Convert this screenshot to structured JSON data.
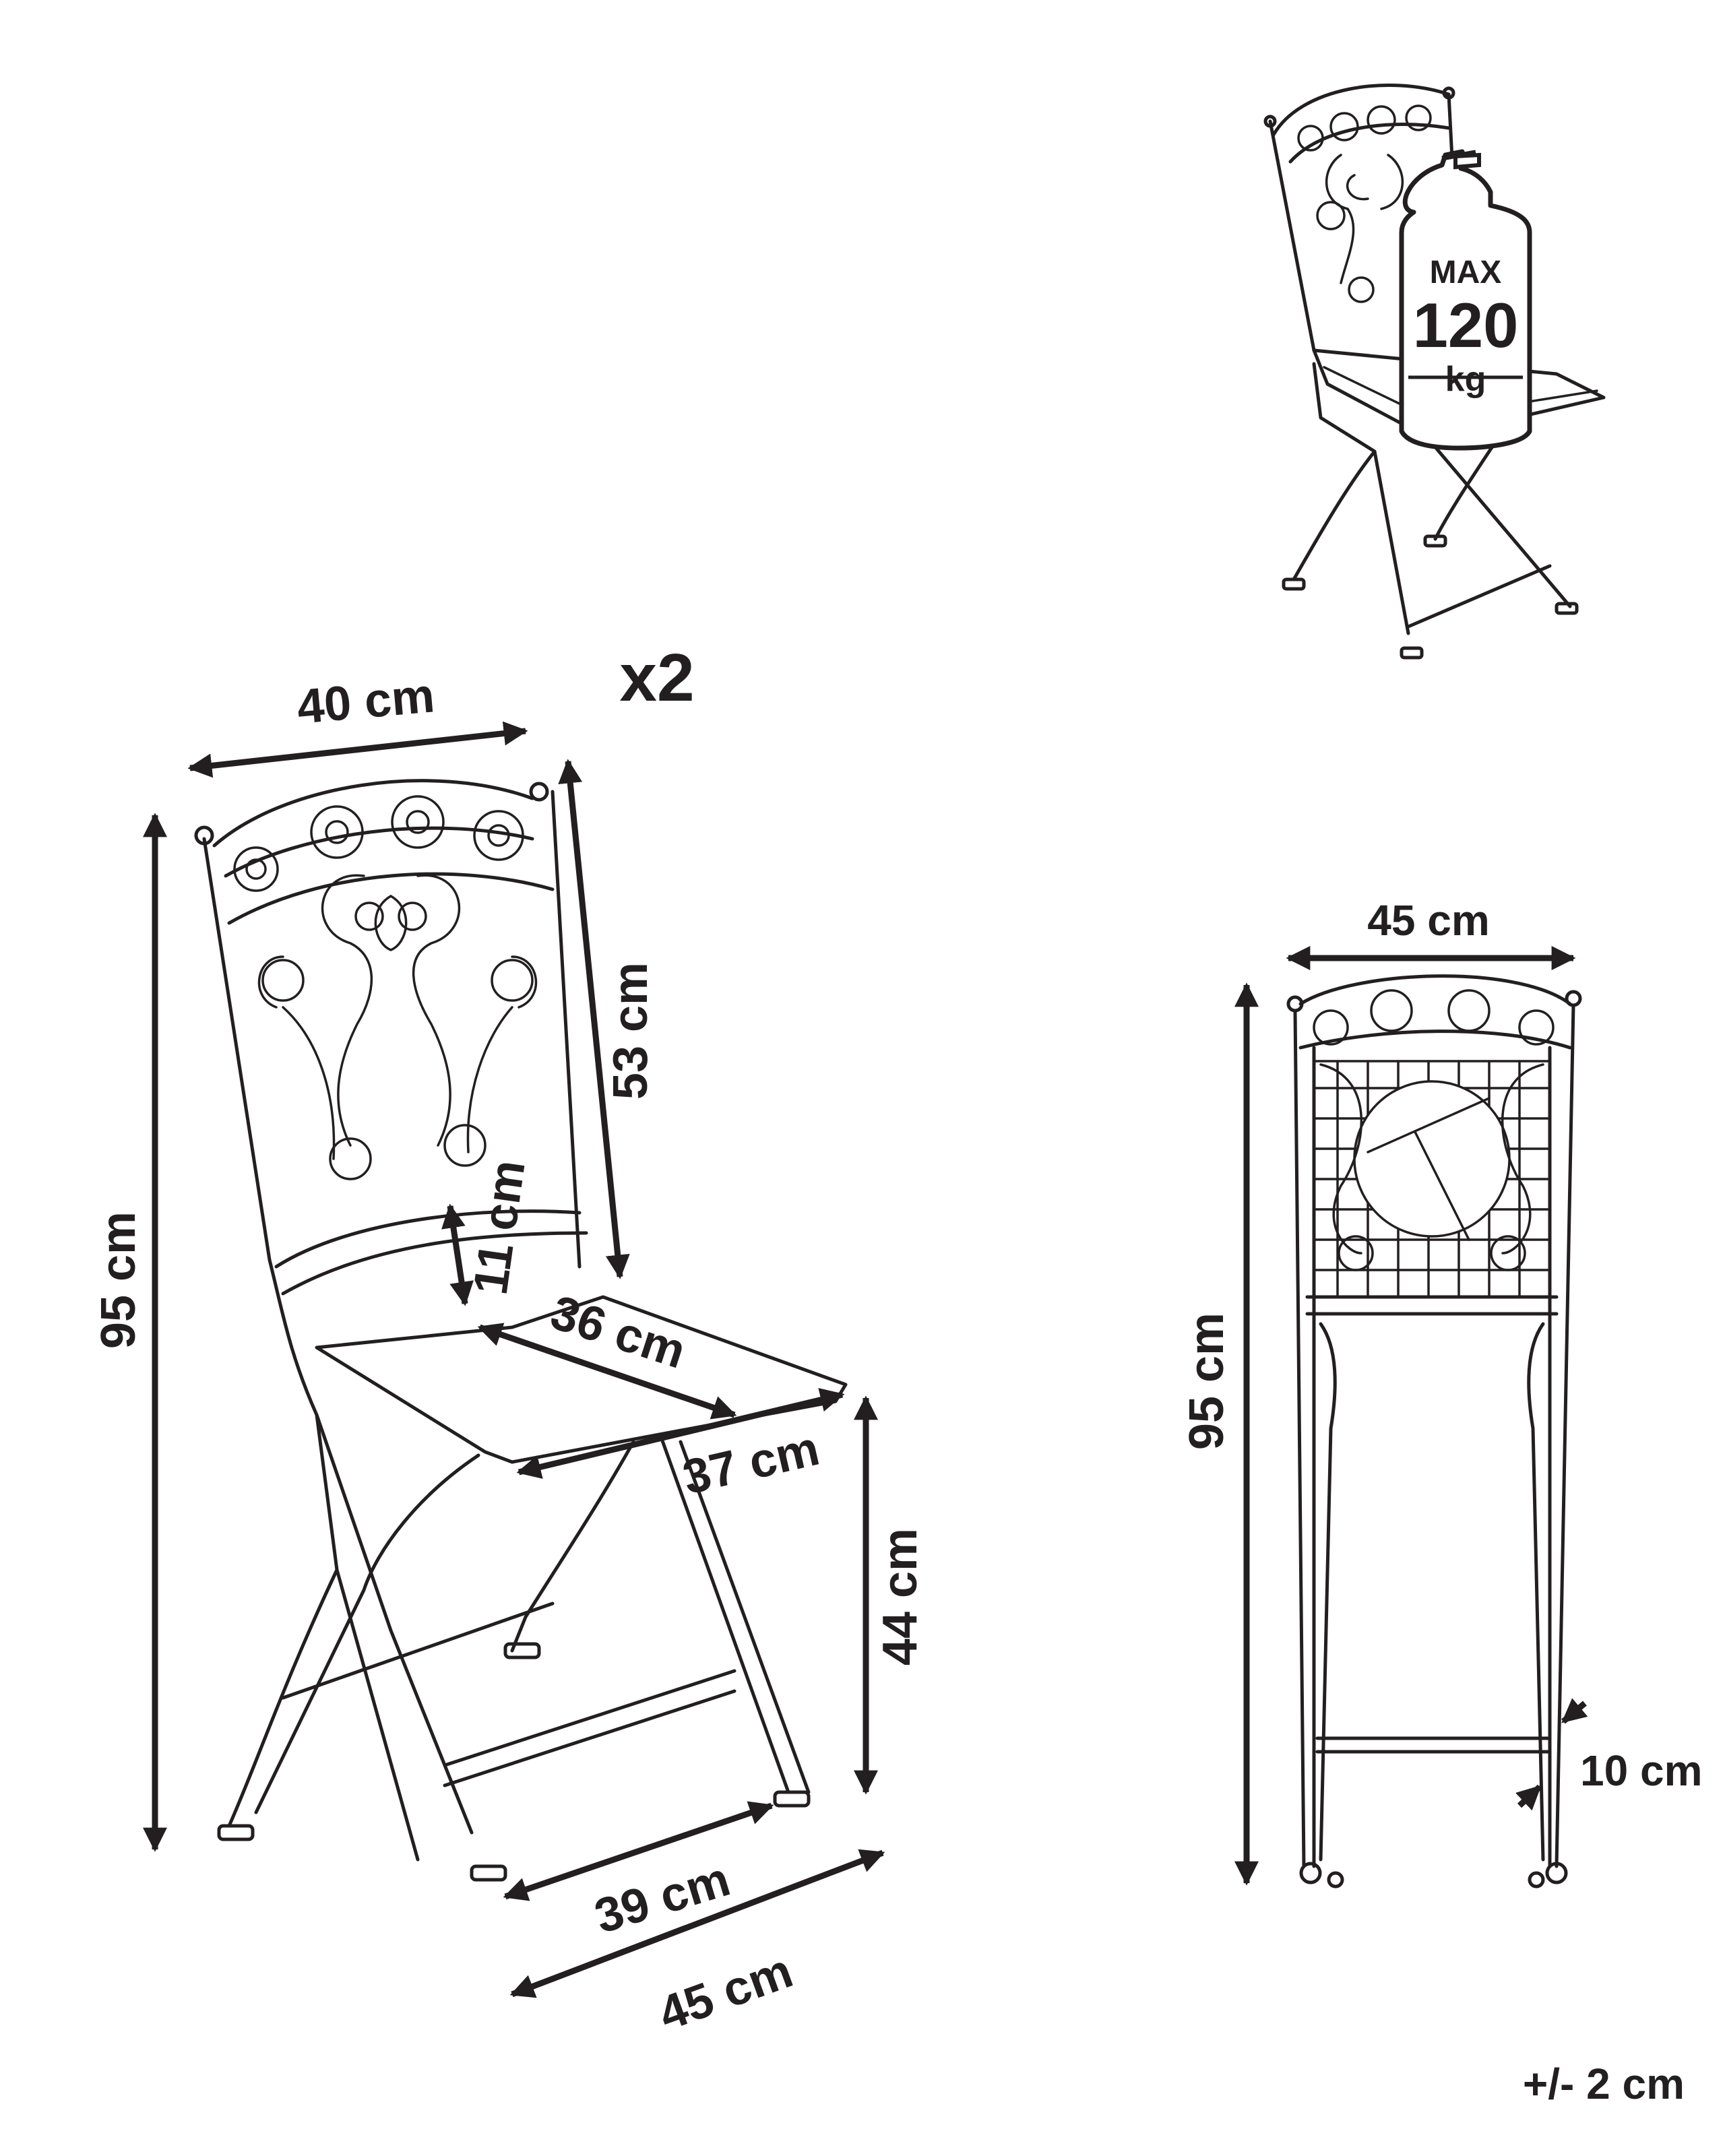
{
  "quantity_label": "x2",
  "tolerance_label": "+/- 2 cm",
  "weight_badge": {
    "max_label": "MAX",
    "value": "120",
    "unit": "kg"
  },
  "main_view": {
    "back_width": "40 cm",
    "total_height": "95 cm",
    "backrest_height": "53 cm",
    "armrest_height": "11 cm",
    "seat_depth": "36 cm",
    "seat_width": "37 cm",
    "seat_height": "44 cm",
    "inner_leg_width": "39 cm",
    "outer_leg_width": "45 cm"
  },
  "folded_view": {
    "width": "45 cm",
    "height": "95 cm",
    "thickness": "10 cm"
  }
}
